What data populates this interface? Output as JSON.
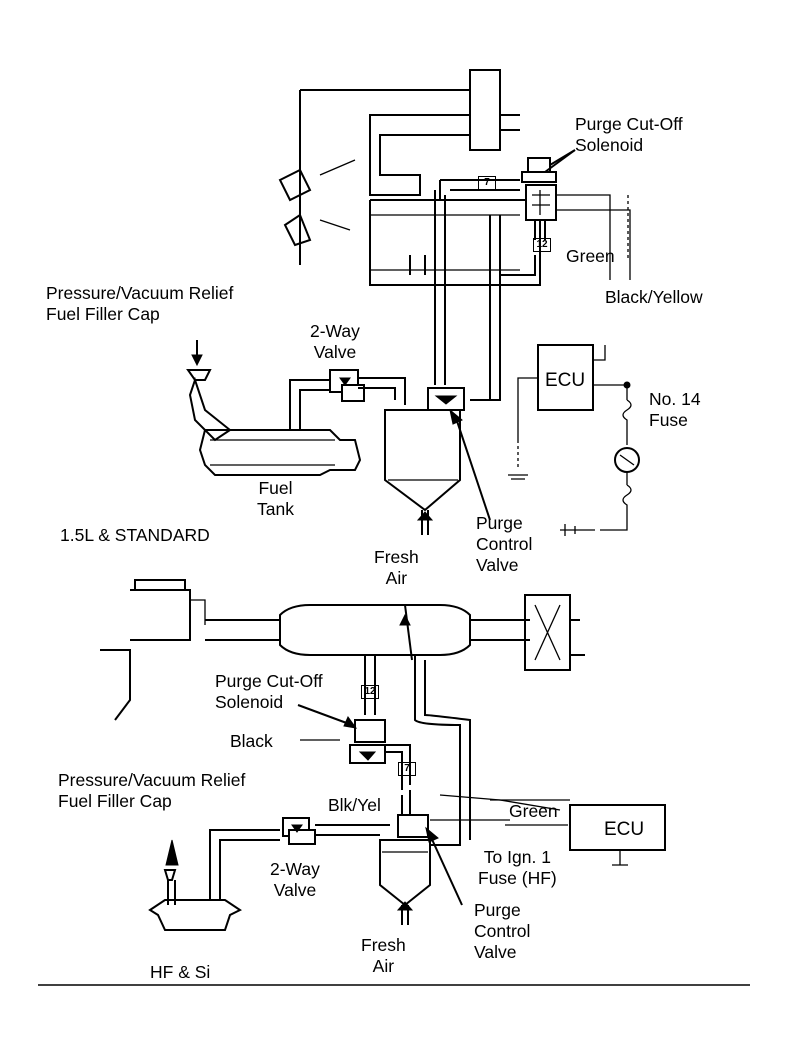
{
  "top": {
    "purge_cutoff_solenoid": "Purge Cut-Off\nSolenoid",
    "green": "Green",
    "black_yellow": "Black/Yellow",
    "pv_relief_cap": "Pressure/Vacuum Relief\nFuel Filler Cap",
    "two_way_valve": "2-Way\nValve",
    "ecu": "ECU",
    "no14_fuse": "No. 14\nFuse",
    "fuel_tank": "Fuel\nTank",
    "variant": "1.5L & STANDARD",
    "purge_control_valve": "Purge\nControl\nValve",
    "fresh_air": "Fresh\nAir",
    "tag_7": "7",
    "tag_12": "12"
  },
  "bottom": {
    "purge_cutoff_solenoid": "Purge Cut-Off\nSolenoid",
    "black": "Black",
    "pv_relief_cap": "Pressure/Vacuum Relief\nFuel Filler Cap",
    "blk_yel": "Blk/Yel",
    "green": "Green",
    "ecu": "ECU",
    "to_ign_fuse": "To Ign. 1\nFuse (HF)",
    "two_way_valve": "2-Way\nValve",
    "purge_control_valve": "Purge\nControl\nValve",
    "fresh_air": "Fresh\nAir",
    "variant": "HF & Si",
    "tag_7": "7",
    "tag_12": "12"
  }
}
